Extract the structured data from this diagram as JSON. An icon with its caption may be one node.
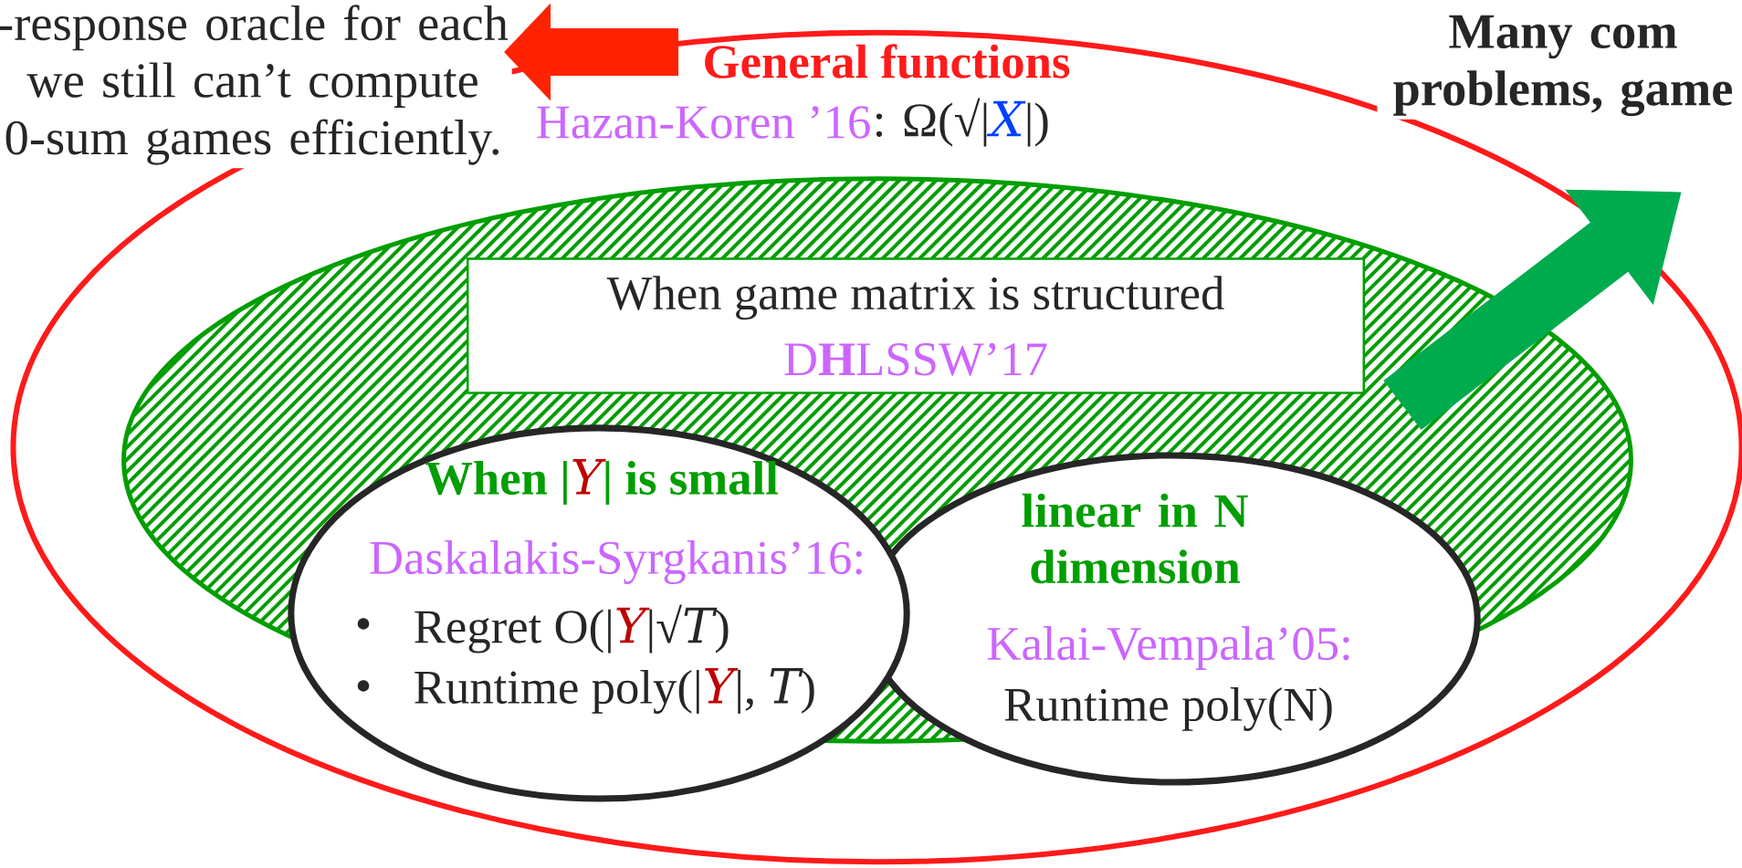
{
  "diagram": {
    "nodes": [
      {
        "text": [
          "General functions",
          "Hazan-Koren ’16",
          ": Ω(√|𝑋|)"
        ]
      },
      {
        "text": [],
        "shape": "ellipse",
        "in": 0
      },
      {
        "text": [
          "When game matrix is structured",
          "D**H**LSSW’17"
        ],
        "in": 1
      },
      {
        "text": [
          "When |𝑌| is small",
          "Daskalakis-Syrgkanis’16:",
          "Regret O(|𝑌|√𝑇)",
          "Runtime poly(|𝑌|, 𝑇)"
        ],
        "in": 0
      },
      {
        "text": [
          "linear in N dimension",
          "Kalai-Vempala’05:",
          "Runtime poly(N)"
        ],
        "in": 0
      },
      {
        "text": [
          "-response oracle for each we still can’t compute 0-sum games efficiently."
        ]
      },
      {
        "text": [
          "Many com problems, game"
        ]
      }
    ],
    "labels": [
      "•",
      "•"
    ],
    "edges": [
      {
        "from": 0,
        "to": 5,
        "arrow": "to",
        "color": "#ff2200"
      },
      {
        "from": 1,
        "to": 6,
        "arrow": "to",
        "color": "#00ab4e"
      }
    ]
  }
}
